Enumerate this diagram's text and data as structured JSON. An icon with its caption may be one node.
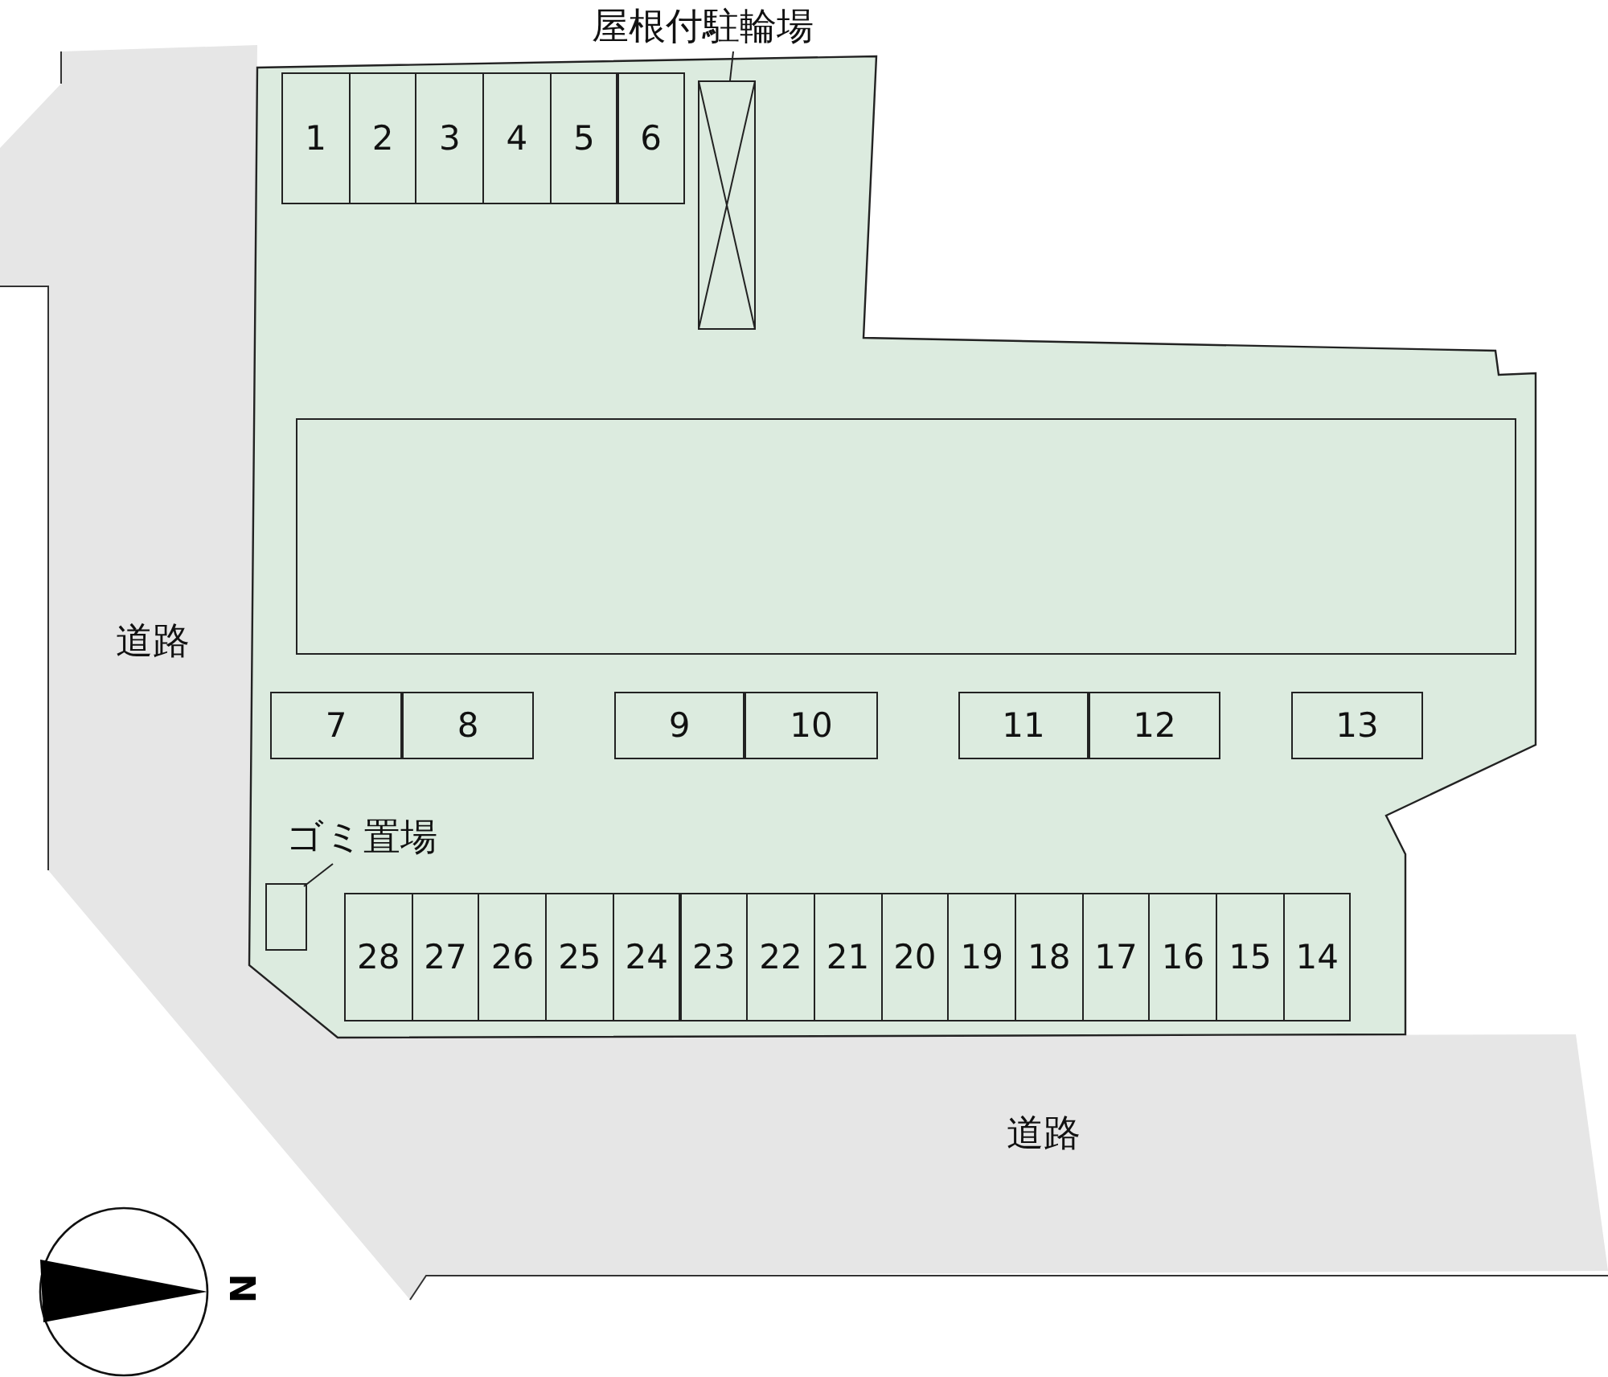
{
  "diagram": {
    "nodes": [
      {
        "text": [
          "屋根付駐輪場"
        ]
      },
      {
        "text": [
          "1"
        ]
      },
      {
        "text": [
          "2"
        ]
      },
      {
        "text": [
          "3"
        ]
      },
      {
        "text": [
          "4"
        ]
      },
      {
        "text": [
          "5"
        ]
      },
      {
        "text": [
          "6"
        ]
      },
      {
        "text": [],
        "shape": "box"
      },
      {
        "text": [],
        "shape": "box"
      },
      {
        "text": [
          "道路",
          "道路"
        ]
      },
      {
        "text": [
          "7"
        ]
      },
      {
        "text": [
          "8"
        ]
      },
      {
        "text": [
          "9"
        ]
      },
      {
        "text": [
          "10"
        ]
      },
      {
        "text": [
          "11"
        ]
      },
      {
        "text": [
          "12"
        ]
      },
      {
        "text": [
          "13"
        ]
      },
      {
        "text": [
          "ゴミ置場"
        ]
      },
      {
        "text": [],
        "shape": "box"
      },
      {
        "text": [
          "28"
        ]
      },
      {
        "text": [
          "27"
        ]
      },
      {
        "text": [
          "26"
        ]
      },
      {
        "text": [
          "25"
        ]
      },
      {
        "text": [
          "24"
        ]
      },
      {
        "text": [
          "23"
        ]
      },
      {
        "text": [
          "22"
        ]
      },
      {
        "text": [
          "21"
        ]
      },
      {
        "text": [
          "20"
        ]
      },
      {
        "text": [
          "19"
        ]
      },
      {
        "text": [
          "18"
        ]
      },
      {
        "text": [
          "17"
        ]
      },
      {
        "text": [
          "16"
        ]
      },
      {
        "text": [
          "15"
        ]
      },
      {
        "text": [
          "14"
        ]
      }
    ],
    "edges": [
      {
        "from": 0,
        "to": 7,
        "arrow": "none"
      },
      {
        "from": 17,
        "to": 18,
        "arrow": "none"
      }
    ],
    "labels": [
      "N"
    ]
  }
}
